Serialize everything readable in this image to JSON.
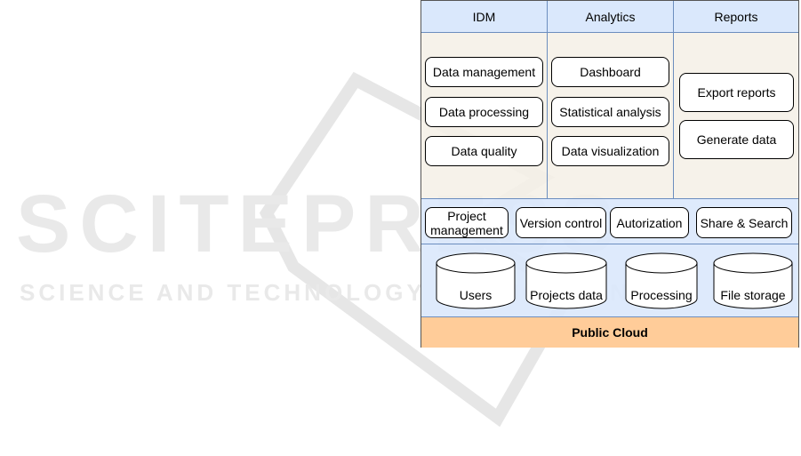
{
  "watermark": {
    "big": "SCITEPRESS",
    "small": "SCIENCE AND TECHNOLOGY PUBLICATIONS"
  },
  "columns": [
    {
      "title": "IDM",
      "items": [
        "Data management",
        "Data processing",
        "Data quality"
      ]
    },
    {
      "title": "Analytics",
      "items": [
        "Dashboard",
        "Statistical analysis",
        "Data visualization"
      ]
    },
    {
      "title": "Reports",
      "items": [
        "Export reports",
        "Generate data"
      ]
    }
  ],
  "services": [
    "Project management",
    "Version control",
    "Autorization",
    "Share & Search"
  ],
  "databases": [
    "Users",
    "Projects data",
    "Processing",
    "File storage"
  ],
  "footer": "Public Cloud",
  "colors": {
    "header": "#dae8fc",
    "panel": "#f5f0e6",
    "cloud": "#ffcc99",
    "stroke": "#000000"
  }
}
